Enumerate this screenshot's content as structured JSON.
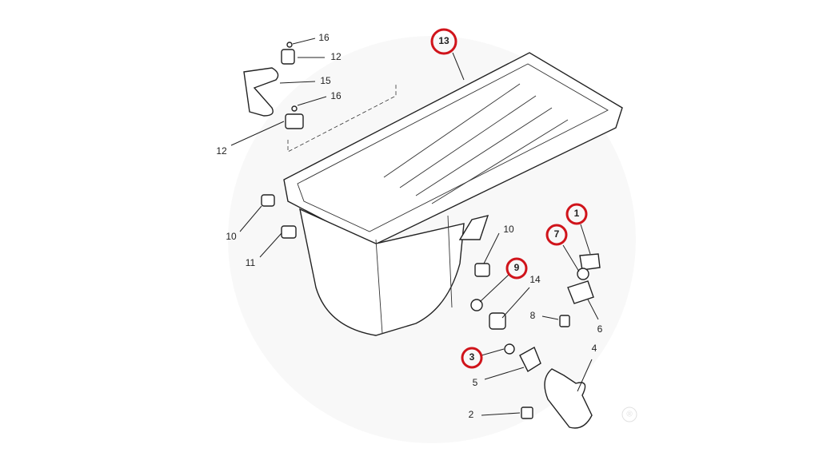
{
  "diagram": {
    "highlight_color": "#d0141b",
    "labels": {
      "l16a": {
        "text": "16",
        "circled": false
      },
      "l12a": {
        "text": "12",
        "circled": false
      },
      "l15": {
        "text": "15",
        "circled": false
      },
      "l16b": {
        "text": "16",
        "circled": false
      },
      "l12b": {
        "text": "12",
        "circled": false
      },
      "l13": {
        "text": "13",
        "circled": true
      },
      "l10a": {
        "text": "10",
        "circled": false
      },
      "l11": {
        "text": "11",
        "circled": false
      },
      "l10b": {
        "text": "10",
        "circled": false
      },
      "l9": {
        "text": "9",
        "circled": true
      },
      "l14": {
        "text": "14",
        "circled": false
      },
      "l1": {
        "text": "1",
        "circled": true
      },
      "l7": {
        "text": "7",
        "circled": true
      },
      "l8": {
        "text": "8",
        "circled": false
      },
      "l6": {
        "text": "6",
        "circled": false
      },
      "l4": {
        "text": "4",
        "circled": false
      },
      "l3": {
        "text": "3",
        "circled": true
      },
      "l5": {
        "text": "5",
        "circled": false
      },
      "l2": {
        "text": "2",
        "circled": false
      }
    },
    "registered_mark": "®"
  }
}
